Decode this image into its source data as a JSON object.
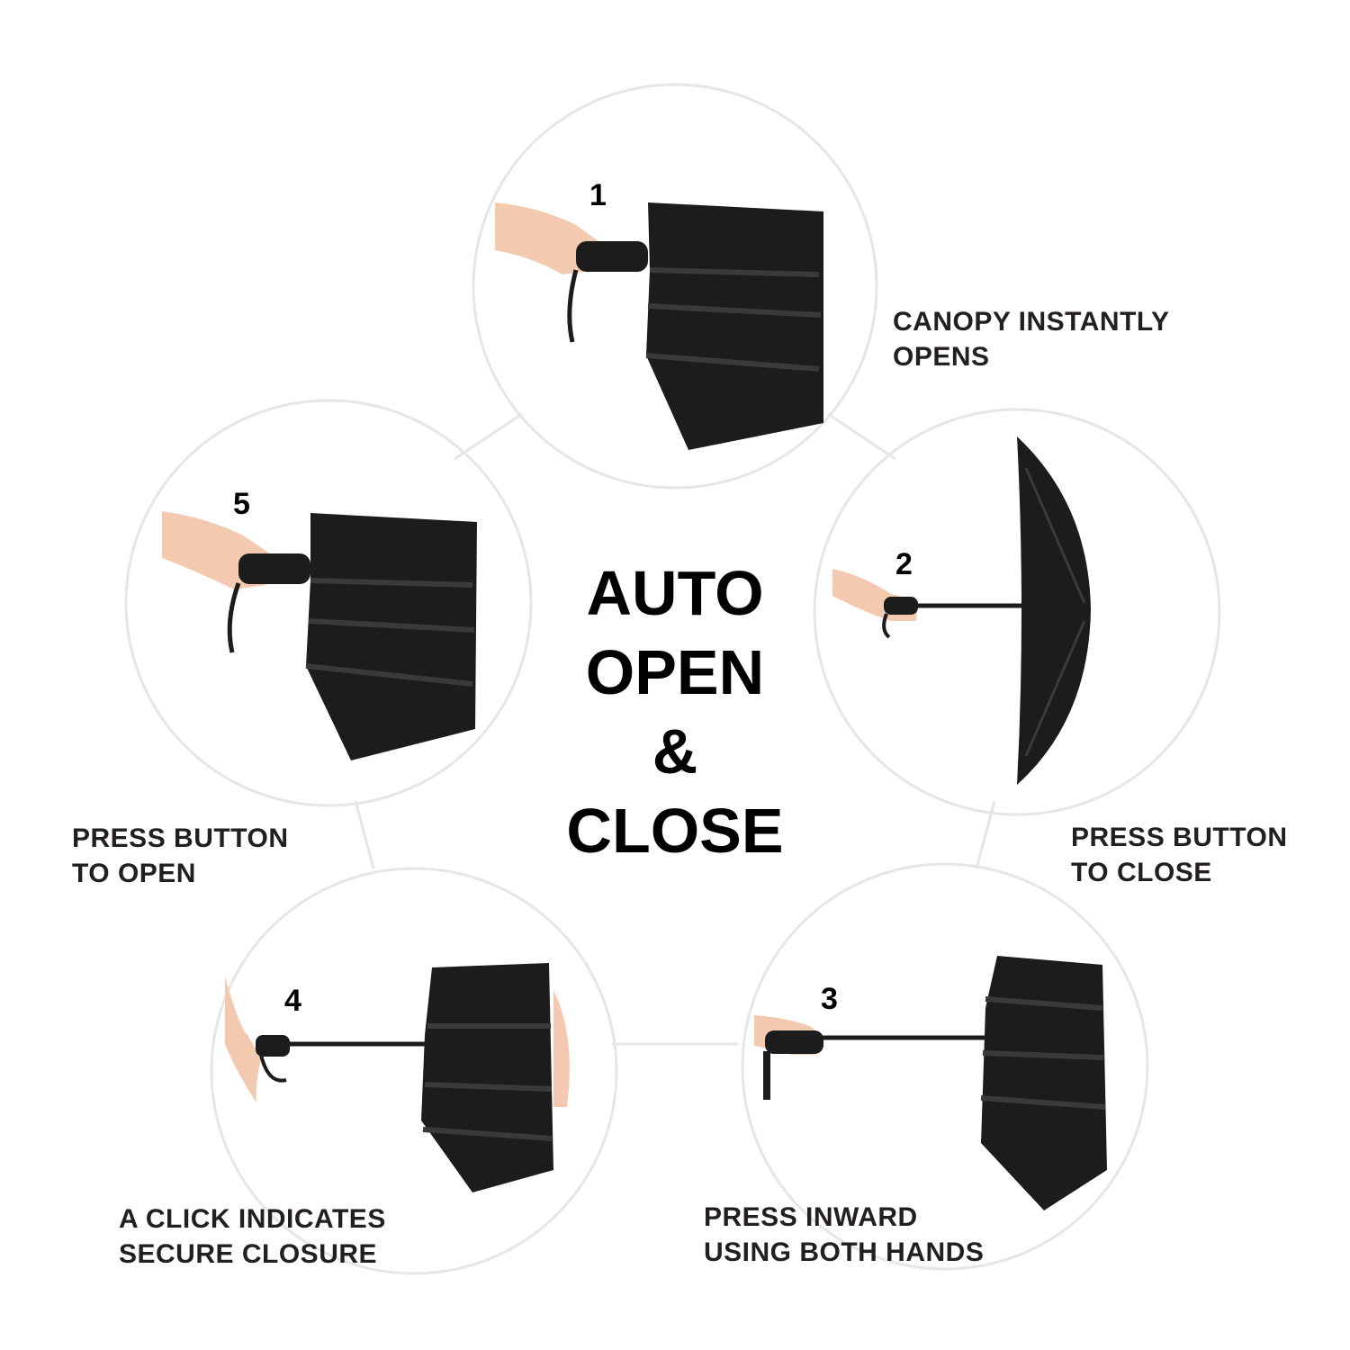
{
  "title": {
    "line1": "AUTO",
    "line2": "OPEN",
    "line3": "&",
    "line4": "CLOSE"
  },
  "steps": [
    {
      "number": "1",
      "caption": [
        "CANOPY INSTANTLY",
        "OPENS"
      ]
    },
    {
      "number": "2",
      "caption": [
        "PRESS BUTTON",
        "TO CLOSE"
      ]
    },
    {
      "number": "3",
      "caption": [
        "PRESS INWARD",
        "USING BOTH HANDS"
      ]
    },
    {
      "number": "4",
      "caption": [
        "A CLICK INDICATES",
        "SECURE CLOSURE"
      ]
    },
    {
      "number": "5",
      "caption": [
        "PRESS BUTTON",
        "TO OPEN"
      ]
    }
  ],
  "colors": {
    "ring": "#e6e6e6",
    "connector": "#e6e6e6",
    "umbrella": "#1c1c1c",
    "umbrella_fold": "#3a3a3a",
    "skin": "#f3c9b0",
    "text": "#231f20"
  }
}
